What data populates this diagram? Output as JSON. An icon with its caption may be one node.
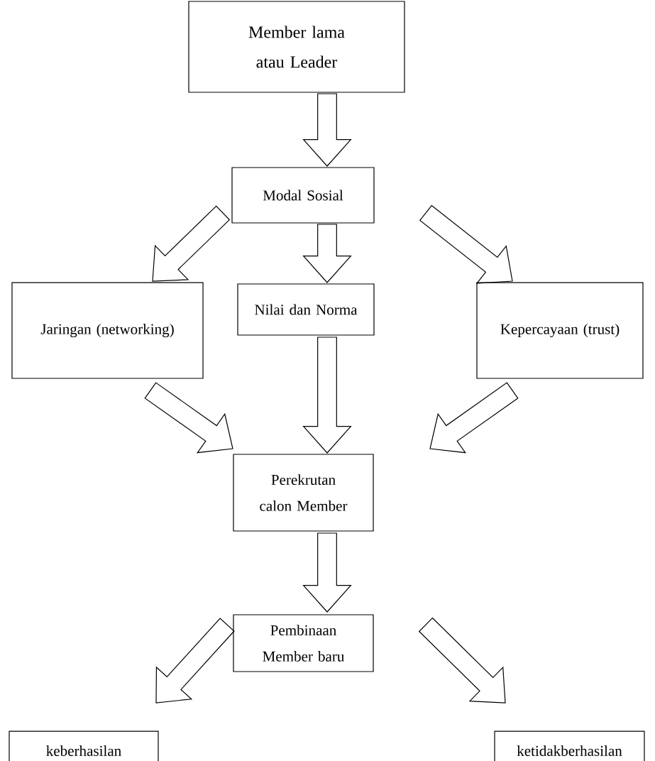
{
  "diagram": {
    "nodes": [
      {
        "text": [
          "Member lama atau Leader"
        ]
      },
      {
        "text": [
          "Modal Sosial"
        ]
      },
      {
        "text": [
          "Jaringan (networking)"
        ]
      },
      {
        "text": [
          "Nilai dan Norma"
        ]
      },
      {
        "text": [
          "Kepercayaan (trust)"
        ]
      },
      {
        "text": [
          "Perekrutan calon Member"
        ]
      },
      {
        "text": [
          "Pembinaan Member baru"
        ]
      },
      {
        "text": [
          "keberhasilan"
        ]
      },
      {
        "text": [
          "ketidakberhasilan"
        ]
      }
    ],
    "edges": [
      {
        "from": 0,
        "to": 1,
        "arrow": "to"
      },
      {
        "from": 1,
        "to": 2,
        "arrow": "to"
      },
      {
        "from": 1,
        "to": 3,
        "arrow": "to"
      },
      {
        "from": 1,
        "to": 4,
        "arrow": "to"
      },
      {
        "from": 2,
        "to": 5,
        "arrow": "to"
      },
      {
        "from": 3,
        "to": 5,
        "arrow": "to"
      },
      {
        "from": 4,
        "to": 5,
        "arrow": "to"
      },
      {
        "from": 5,
        "to": 6,
        "arrow": "to"
      },
      {
        "from": 6,
        "to": 7,
        "arrow": "to"
      },
      {
        "from": 6,
        "to": 8,
        "arrow": "to"
      }
    ]
  }
}
